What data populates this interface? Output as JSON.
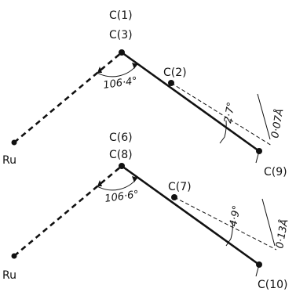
{
  "top": {
    "ru_label": "Ru",
    "apex_label_1": "C(1)",
    "apex_label_2": "C(3)",
    "mid_label": "C(2)",
    "end_label": "C(9)",
    "angle_label": "106·4°",
    "tilt_label": "2·7°",
    "offset_label": "0·07Å"
  },
  "bottom": {
    "ru_label": "Ru",
    "apex_label_1": "C(6)",
    "apex_label_2": "C(8)",
    "mid_label": "C(7)",
    "end_label": "C(10)",
    "angle_label": "106·6°",
    "tilt_label": "4·9°",
    "offset_label": "0·13Å"
  }
}
